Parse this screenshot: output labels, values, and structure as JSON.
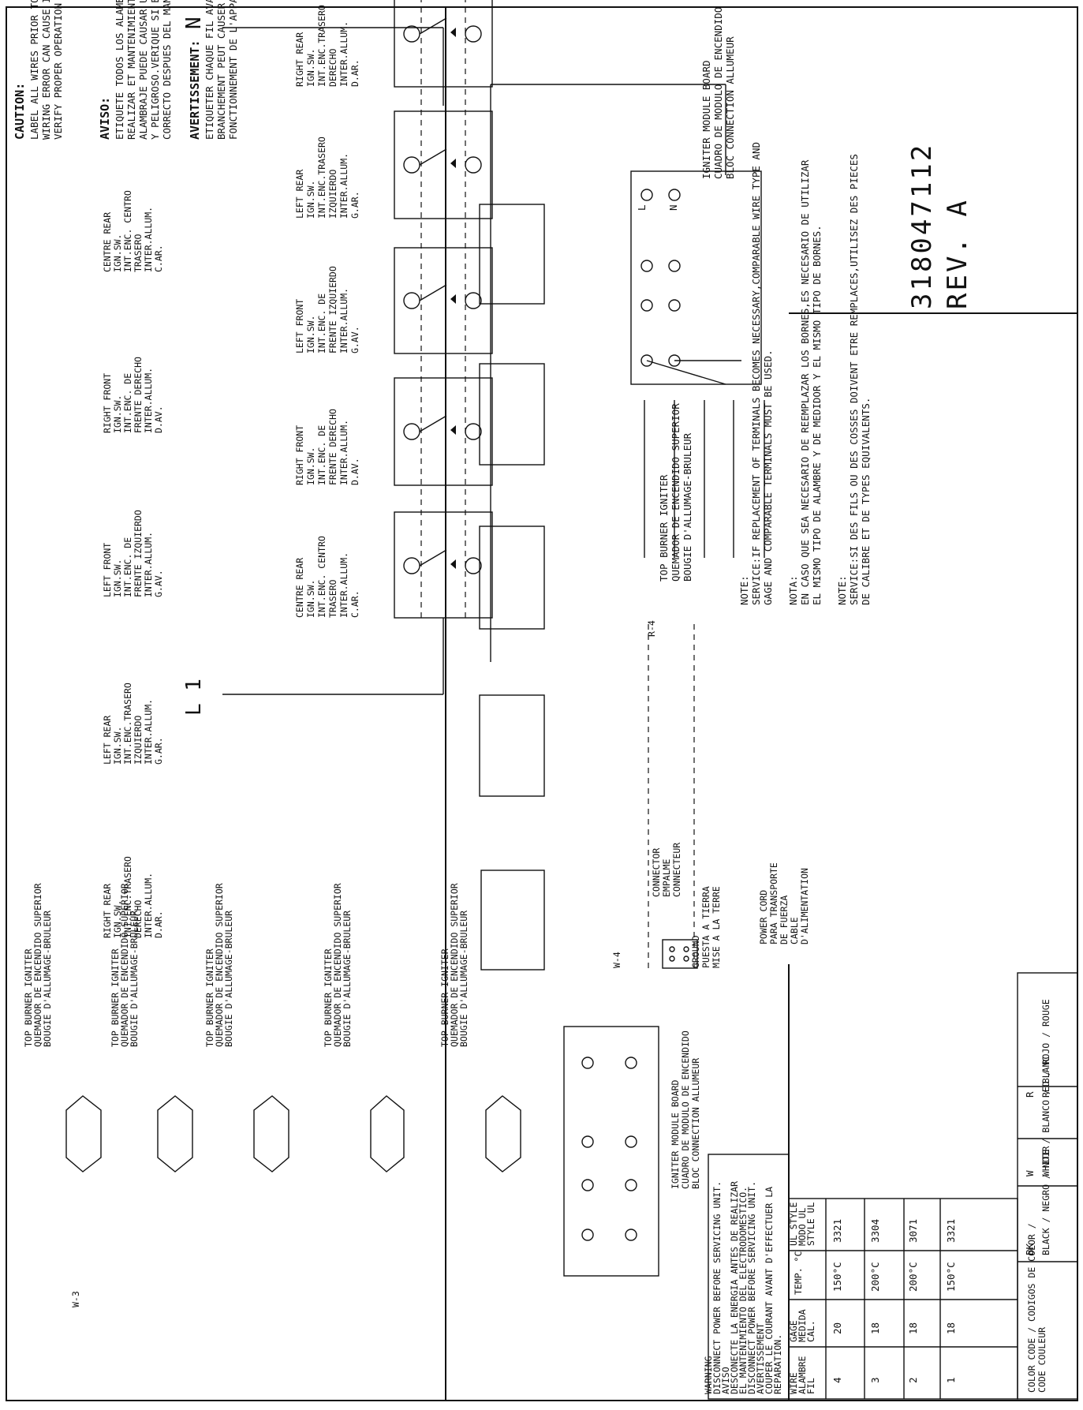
{
  "drawing_number": "318047112",
  "revision": "REV. A",
  "line_l1": "L 1",
  "line_n": "N",
  "caution": {
    "heading": "CAUTION:",
    "lines": [
      "LABEL ALL WIRES PRIOR TO DISCONNECTION WHEN SERVICING CONTROLS.",
      "WIRING ERROR CAN CAUSE IMPROPER AND DANGEROUS OPERATION.",
      "VERIFY PROPER OPERATION AFTER SERVICING."
    ]
  },
  "aviso": {
    "heading": "AVISO:",
    "lines": [
      "ETIQUETE TODOS LOS ALAMBRES ANTES DE DESCONECTAR PAR",
      "REALIZAR ET MANTENIMIENTO DE LOS CONTROLES.ERROR DE",
      "ALAMBRAJE PUEDE CAUSAR UN FUNCIONAMIENTO INCORRECTO",
      "Y PELIGROSO.VERIQUE SI EL FUNCIONAMIENTO ESTA",
      "CORRECTO DESPUES DEL MANTENIMIENTO."
    ]
  },
  "avertissement": {
    "heading": "AVERTISSEMENT:",
    "lines": [
      "ETIQUETER CHAQUE FIL AVANT LE DEBRANCHEMENT DE CEUX-CI.UNE ERREUR DE",
      "BRANCHEMENT PEUT CAUSER UNE OPERATION DANGEREUSE.VERIFIER LE BON",
      "FONCTIONNEMENT DE L'APPAREIL APRES TOUTE REPARATION."
    ]
  },
  "switches": [
    {
      "lines": [
        "CENTRE REAR",
        "IGN.SW.",
        "INT.ENC. CENTRO",
        "TRASERO",
        "INTER.ALLUM.",
        "C.AR."
      ]
    },
    {
      "lines": [
        "RIGHT FRONT",
        "IGN.SW.",
        "INT.ENC. DE",
        "FRENTE DERECHO",
        "INTER.ALLUM.",
        "D.AV."
      ]
    },
    {
      "lines": [
        "LEFT FRONT",
        "IGN.SW.",
        "INT.ENC. DE",
        "FRENTE IZQUIERDO",
        "INTER.ALLUM.",
        "G.AV."
      ]
    },
    {
      "lines": [
        "LEFT REAR",
        "IGN.SW.",
        "INT.ENC.TRASERO",
        "IZQUIERDO",
        "INTER.ALLUM.",
        "G.AR."
      ]
    },
    {
      "lines": [
        "RIGHT REAR",
        "IGN.SW.",
        "INT.ENC.TRASERO",
        "DERECHO",
        "INTER.ALLUM.",
        "D.AR."
      ]
    }
  ],
  "module": {
    "lines": [
      "IGNITER MODULE BOARD",
      "CUADRO DE MODULO DE ENCENDIDO",
      "BLOC CONNECTION ALLUMEUR"
    ],
    "term_l": "L",
    "term_n": "N"
  },
  "burner": {
    "lines": [
      "TOP BURNER IGNITER",
      "QUEMADOR DE ENCENDIDO SUPERIOR",
      "BOUGIE D'ALLUMAGE-BRULEUR"
    ]
  },
  "notes": [
    {
      "heading": "NOTE:",
      "lines": [
        "SERVICE:IF REPLACEMENT OF TERMINALS BECOMES NECESSARY,COMPARABLE WIRE TYPE AND",
        "GAGE AND COMPARABLE TERMINALS MUST BE USED."
      ]
    },
    {
      "heading": "NOTA:",
      "lines": [
        "EN CASO QUE SEA NECESARIO DE REEMPLAZAR LOS BORNES,ES NECESARIO DE UTILIZAR",
        "EL MISMO TIPO DE ALAMBRE Y DE MEDIDOR Y EL MISMO TIPO DE BORNES."
      ]
    },
    {
      "heading": "NOTE:",
      "lines": [
        "SERVICE:SI DES FILS OU DES COSSES DOIVENT ETRE REMPLACES,UTILISEZ DES PIECES",
        "DE CALIBRE ET DE TYPES EQUIVALENTS."
      ]
    }
  ],
  "schematic": {
    "wire_r4": "R-4",
    "wire_w4": "W-4",
    "wire_w3": "W-3",
    "connector": [
      "CONNECTOR",
      "EMPALME",
      "CONNECTEUR"
    ],
    "power_cord": [
      "POWER CORD",
      "PARA TRANSPORTE",
      "DE FUERZA",
      "CABLE",
      "D'ALIMENTATION"
    ],
    "ground": [
      "GROUND",
      "PUESTA A TIERRA",
      "MISE A LA TERRE"
    ]
  },
  "warning": {
    "lines": [
      "WARNING",
      "DISCONNECT POWER BEFORE SERVICING UNIT.",
      "AVISO",
      "DESCONECTE LA ENERGIA ANTES DE REALIZAR",
      "EL MANTENIMIENTO DEL ELECTRODOMESTICO.",
      "DISCONNECT POWER BEFORE SERVICING UNIT.",
      "AVERTISSEMENT",
      "COUPER LE COURANT AVANT D'EFFECTUER LA",
      "REPARATION."
    ]
  },
  "wire_table": {
    "headers": {
      "wire": [
        "WIRE",
        "ALAMBRE",
        "FIL"
      ],
      "gage": [
        "GAGE",
        "MEDIDA",
        "CAL."
      ],
      "temp": [
        "TEMP. °C"
      ],
      "style": [
        "UL STYLE",
        "MODO UL",
        "STYLE UL"
      ]
    },
    "rows": [
      [
        "4",
        "20",
        "150°C",
        "3321"
      ],
      [
        "3",
        "18",
        "200°C",
        "3304"
      ],
      [
        "2",
        "18",
        "200°C",
        "3071"
      ],
      [
        "1",
        "18",
        "150°C",
        "3321"
      ]
    ]
  },
  "color_code": {
    "rows": [
      [
        "BK",
        "BLACK / NEGRO / NOIR"
      ],
      [
        "W",
        "WHITE / BLANCO / BLANC"
      ],
      [
        "R",
        "RED / ROJO / ROUGE"
      ]
    ],
    "footer": [
      "COLOR CODE / CODIGOS DE COLOR /",
      "CODE COULEUR"
    ]
  }
}
